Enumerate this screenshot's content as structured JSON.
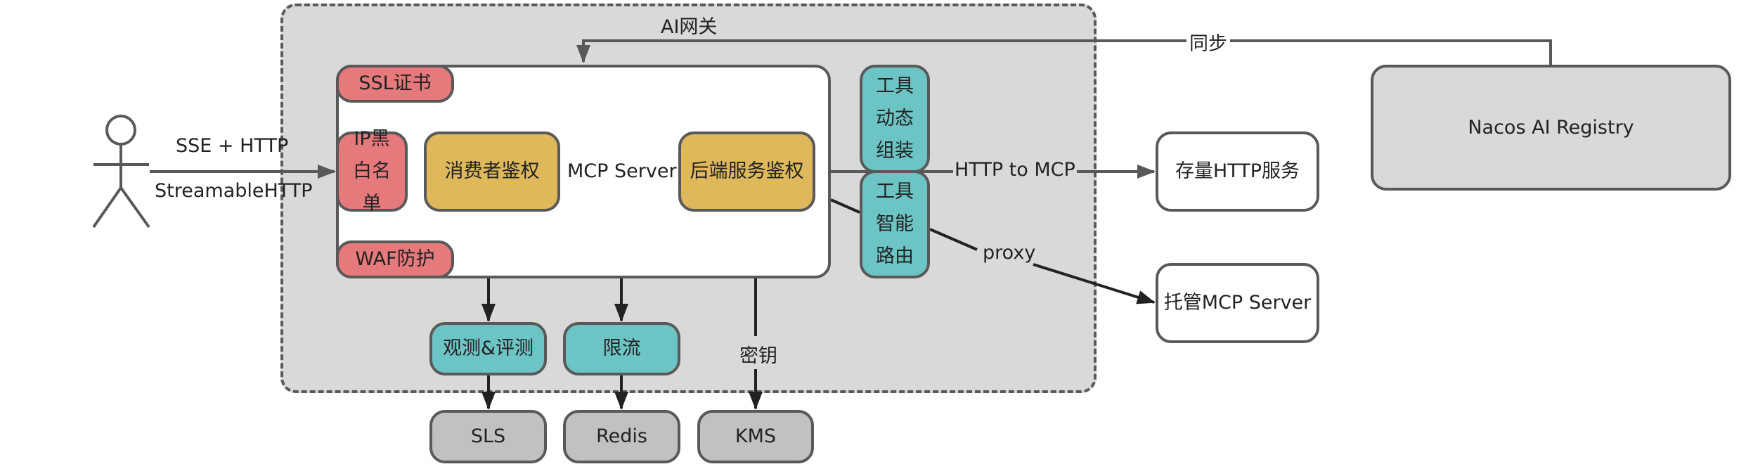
{
  "gateway": {
    "title": "AI网关"
  },
  "actor": {
    "name": "user"
  },
  "client_protocols": {
    "top": "SSE + HTTP",
    "bottom": "StreamableHTTP"
  },
  "mcp_server": {
    "label": "MCP Server",
    "security": {
      "ssl": "SSL证书",
      "ip": "IP黑白名单",
      "waf": "WAF防护"
    },
    "consumer_auth": "消费者鉴权",
    "backend_auth": "后端服务鉴权"
  },
  "tools": {
    "dynamic_assembly": "工具动态组装",
    "smart_routing": "工具智能路由"
  },
  "plugins": {
    "observe": "观测&评测",
    "ratelimit": "限流"
  },
  "key_label": "密钥",
  "backends": {
    "sls": "SLS",
    "redis": "Redis",
    "kms": "KMS"
  },
  "upstreams": {
    "http_service": "存量HTTP服务",
    "hosted_mcp": "托管MCP Server"
  },
  "registry": {
    "name": "Nacos AI Registry",
    "sync_label": "同步"
  },
  "edges": {
    "http_to_mcp": "HTTP to MCP",
    "proxy": "proxy"
  },
  "colors": {
    "security": "#e6797c",
    "auth": "#deb85b",
    "tool": "#6cc4c4",
    "infra": "#c0c1c0",
    "gateway_bg": "#d8d9d8",
    "stroke": "#595959"
  }
}
